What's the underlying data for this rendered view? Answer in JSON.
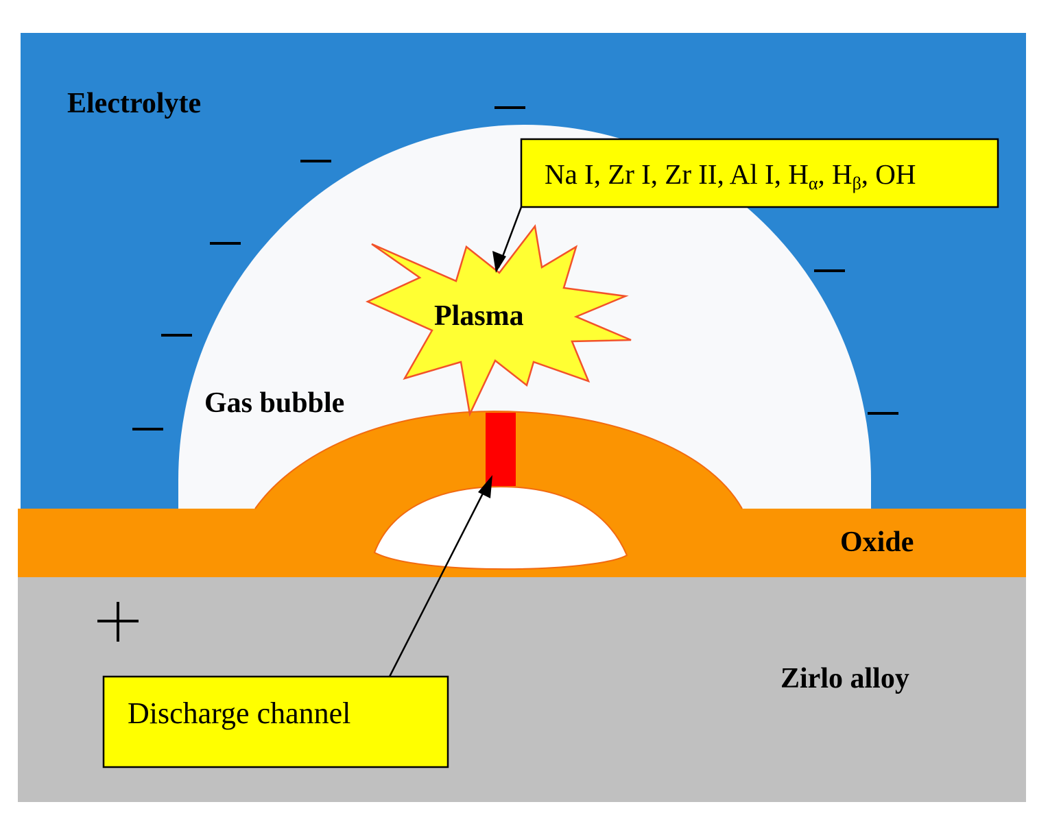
{
  "labels": {
    "electrolyte": "Electrolyte",
    "gas_bubble": "Gas bubble",
    "plasma": "Plasma",
    "oxide": "Oxide",
    "alloy": "Zirlo alloy"
  },
  "species_box": {
    "text_plain": "Na I, Zr I, Zr II, Al I, H",
    "sub_alpha": "α",
    "sep1": ", H",
    "sub_beta": "β",
    "sep2": ", OH"
  },
  "channel_box": {
    "text": "Discharge channel"
  },
  "signs": {
    "negative": "−",
    "positive": "+"
  },
  "colors": {
    "electrolyte": "#2a86d2",
    "bubble": "#f8f9fb",
    "oxide": "#fb9402",
    "oxide_edge": "#f26a10",
    "alloy": "#c0c0c0",
    "channel": "#ff0000",
    "label_box": "#ffff00",
    "plasma_fill": "#ffff33",
    "plasma_edge": "#f2522a"
  }
}
